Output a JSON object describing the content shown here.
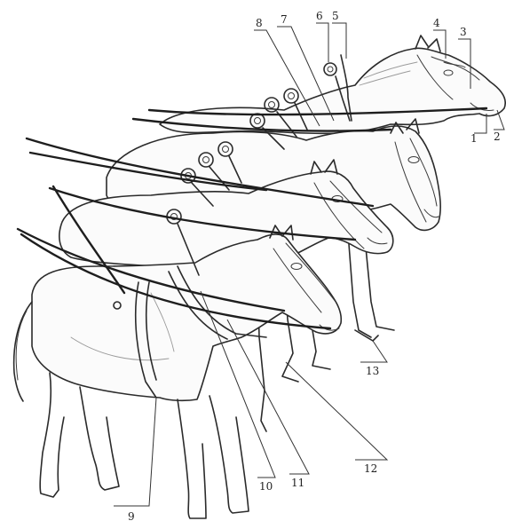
{
  "callouts": [
    {
      "id": "1",
      "label": "1"
    },
    {
      "id": "2",
      "label": "2"
    },
    {
      "id": "3",
      "label": "3"
    },
    {
      "id": "4",
      "label": "4"
    },
    {
      "id": "5",
      "label": "5"
    },
    {
      "id": "6",
      "label": "6"
    },
    {
      "id": "7",
      "label": "7"
    },
    {
      "id": "8",
      "label": "8"
    },
    {
      "id": "9",
      "label": "9"
    },
    {
      "id": "10",
      "label": "10"
    },
    {
      "id": "11",
      "label": "11"
    },
    {
      "id": "12",
      "label": "12"
    },
    {
      "id": "13",
      "label": "13"
    }
  ],
  "colors": {
    "ink": "#2b2b2b",
    "background": "#ffffff"
  }
}
